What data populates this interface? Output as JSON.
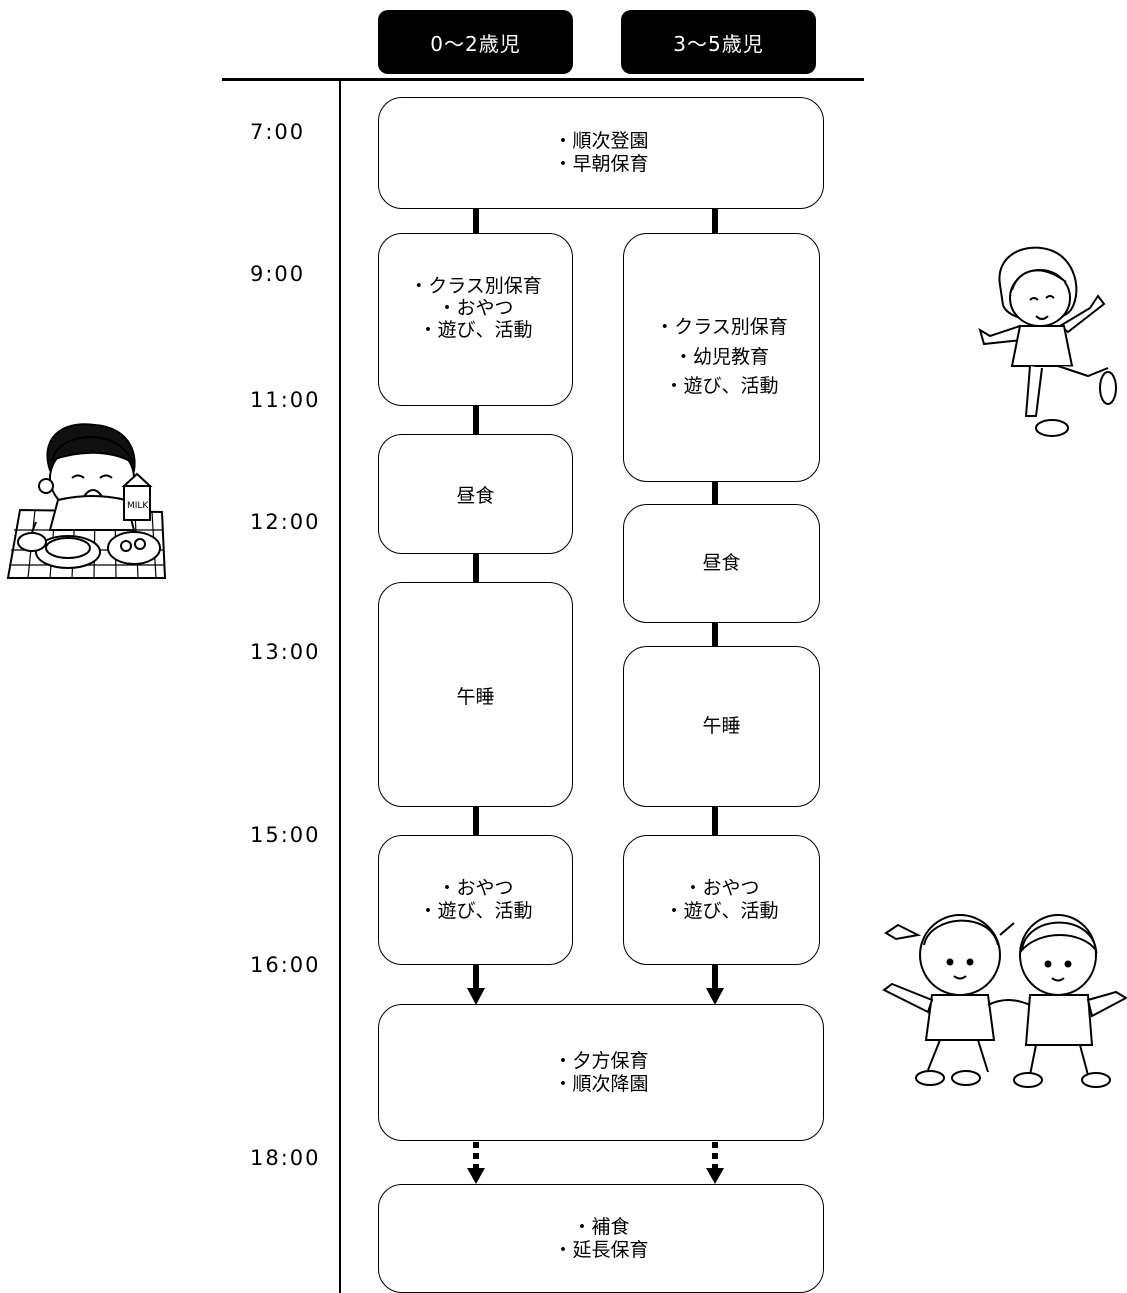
{
  "headers": {
    "left": "0〜2歳児",
    "right": "3〜5歳児"
  },
  "times": [
    "7:00",
    "9:00",
    "11:00",
    "12:00",
    "13:00",
    "15:00",
    "16:00",
    "18:00"
  ],
  "boxes": {
    "morning": {
      "line1": "・順次登園",
      "line2": "・早朝保育"
    },
    "infant_class": {
      "line1": "・クラス別保育",
      "line2": "・おやつ",
      "line3": "・遊び、活動"
    },
    "infant_lunch": {
      "line1": "昼食"
    },
    "infant_nap": {
      "line1": "午睡"
    },
    "infant_snack": {
      "line1": "・おやつ",
      "line2": "・遊び、活動"
    },
    "child_class": {
      "line1": "・クラス別保育",
      "line2": "・幼児教育",
      "line3": "・遊び、活動"
    },
    "child_lunch": {
      "line1": "昼食"
    },
    "child_nap": {
      "line1": "午睡"
    },
    "child_snack": {
      "line1": "・おやつ",
      "line2": "・遊び、活動"
    },
    "evening": {
      "line1": "・夕方保育",
      "line2": "・順次降園"
    },
    "extended": {
      "line1": "・補食",
      "line2": "・延長保育"
    }
  },
  "illustrations": {
    "eating_child": {
      "milk_label": "MILK"
    }
  }
}
